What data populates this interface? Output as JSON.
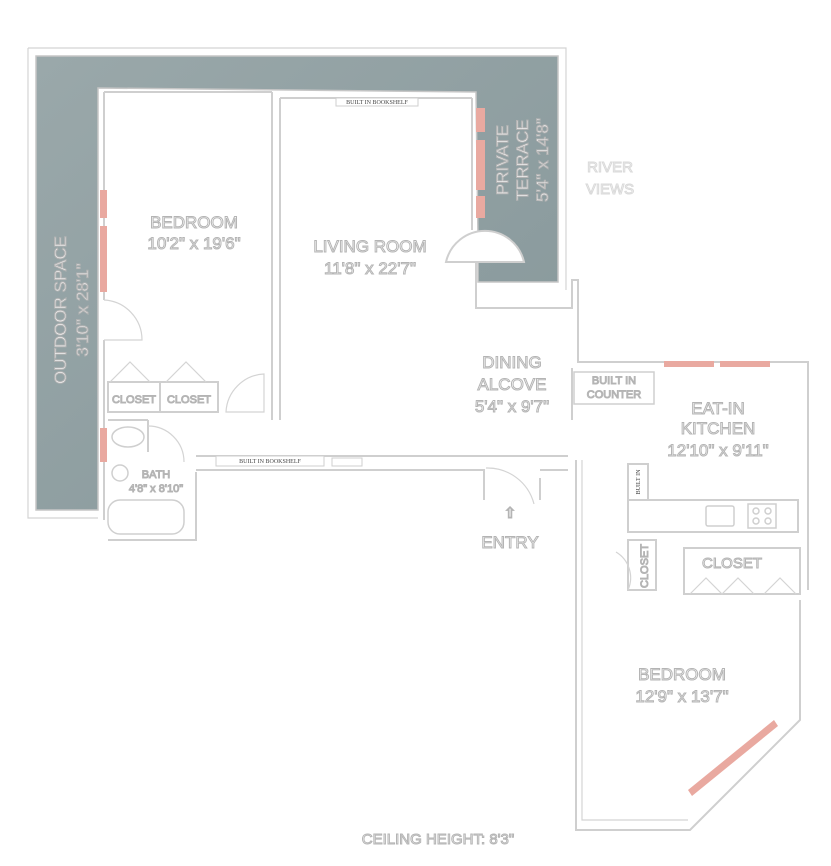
{
  "plan": {
    "outdoor_space": {
      "name": "OUTDOOR SPACE",
      "dims": "3'10\" x 28'1\""
    },
    "private_terrace": {
      "name": "PRIVATE",
      "name2": "TERRACE",
      "dims": "5'4\" x 14'8\""
    },
    "river_views": {
      "line1": "RIVER",
      "line2": "VIEWS"
    },
    "bedroom1": {
      "name": "BEDROOM",
      "dims": "10'2\" x 19'6\""
    },
    "living_room": {
      "name": "LIVING ROOM",
      "dims": "11'8\" x 22'7\""
    },
    "dining_alcove": {
      "line1": "DINING",
      "line2": "ALCOVE",
      "dims": "5'4\" x 9'7\""
    },
    "built_in_counter": {
      "line1": "BUILT IN",
      "line2": "COUNTER"
    },
    "kitchen": {
      "line1": "EAT-IN",
      "line2": "KITCHEN",
      "dims": "12'10\" x 9'11\""
    },
    "closet_a": "CLOSET",
    "closet_b": "CLOSET",
    "closet_c": "CLOSET",
    "closet_d": "CLOSET",
    "bath": {
      "name": "BATH",
      "dims": "4'8\" x 8'10\""
    },
    "bookshelf_top": "BUILT IN BOOKSHELF",
    "bookshelf_hall": "BUILT IN BOOKSHELF",
    "built_in_small": "BUILT IN",
    "entry": "ENTRY",
    "entry_arrow": "⇧",
    "bedroom2": {
      "name": "BEDROOM",
      "dims": "12'9\" x 13'7\""
    },
    "ceiling": "CEILING HEIGHT: 8'3\""
  },
  "colors": {
    "outdoor": "#8f9fa0",
    "window": "#e9a9a0",
    "wall": "#cfcfcf",
    "label_stroke": "#b4b4b4"
  }
}
